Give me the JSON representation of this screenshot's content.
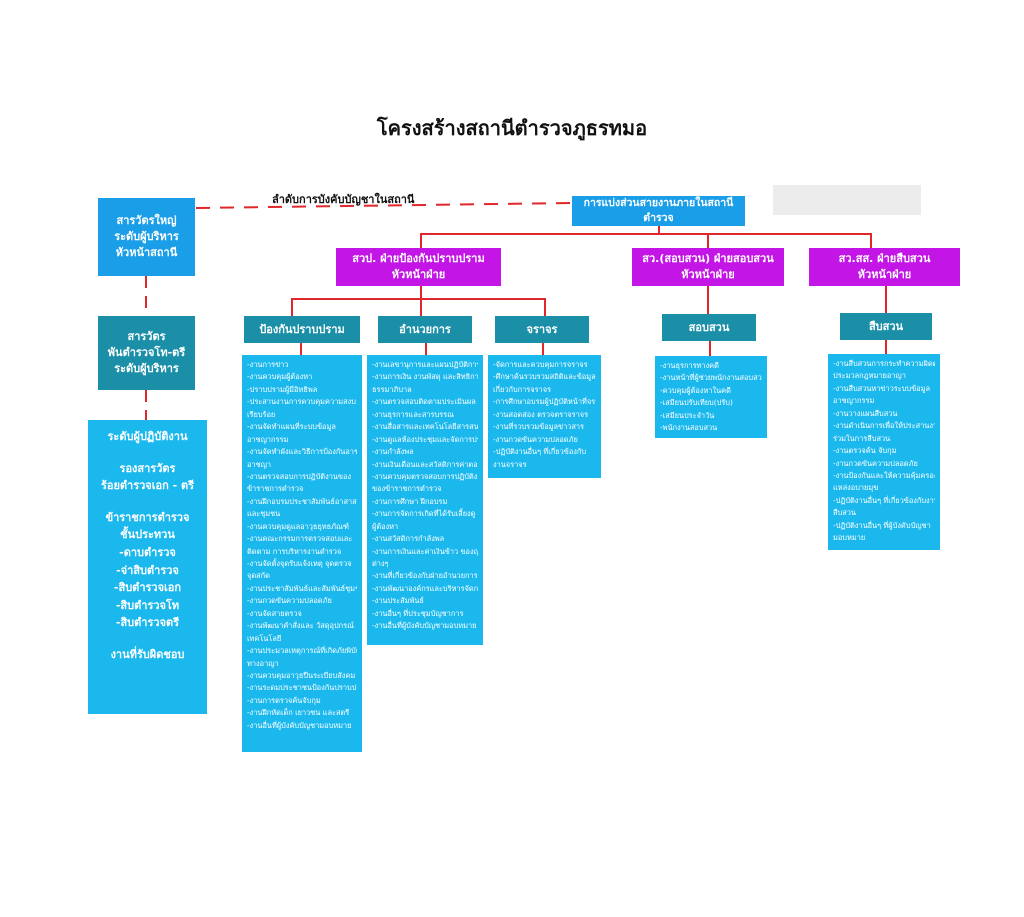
{
  "title": "โครงสร้างสถานีตำรวจภูธรทมอ",
  "command_line_label": "ลำดับการบังคับบัญชาในสถานี",
  "top_box": "การแบ่งส่วนสายงานภายในสถานีตำรวจ",
  "left": {
    "box1": [
      "สารวัตรใหญ่",
      "ระดับผู้บริหาร",
      "หัวหน้าสถานี"
    ],
    "box2": [
      "สารวัตร",
      "พันตำรวจโท-ตรี",
      "ระดับผู้บริหาร"
    ],
    "box3": {
      "heading": "ระดับผู้ปฏิบัติงาน",
      "sub1": [
        "รองสารวัตร",
        "ร้อยตำรวจเอก - ตรี"
      ],
      "sub2": [
        "ข้าราชการตำรวจ",
        "ชั้นประทวน",
        "-ดาบตำรวจ",
        "-จ่าสิบตำรวจ",
        "-สิบตำรวจเอก",
        "-สิบตำรวจโท",
        "-สิบตำรวจตรี"
      ],
      "footer": "งานที่รับผิดชอบ"
    }
  },
  "divisions": [
    {
      "line1": "สวป. ฝ่ายป้องกันปราบปราม",
      "line2": "หัวหน้าฝ่าย"
    },
    {
      "line1": "สว.(สอบสวน) ฝ่ายสอบสวน",
      "line2": "หัวหน้าฝ่าย"
    },
    {
      "line1": "สว.สส. ฝ่ายสืบสวน",
      "line2": "หัวหน้าฝ่าย"
    }
  ],
  "depts": [
    {
      "name": "ป้องกันปราบปราม",
      "items": [
        "-งานการข่าว",
        "-งานควบคุมผู้ต้องหา",
        "-ปราบปรามผู้มีอิทธิพล",
        "-ประสานงานการควบคุมความสงบ",
        "เรียบร้อย",
        "-งานจัดทำแผนที่ระบบข้อมูล",
        "อาชญากรรม",
        "-งานจัดทำผังและวิธีการป้องกันอาชญากรรม",
        "อาชญา",
        "-งานตรวจสอบการปฏิบัติงานของ",
        "ข้าราชการตำรวจ",
        "-งานฝึกอบรมประชาสัมพันธ์อาสาสมัคร",
        "และชุมชน",
        "-งานควบคุมดูแลอาวุธยุทธภัณฑ์",
        "-งานคณะกรรมการตรวจสอบและ",
        "ติดตาม การบริหารงานตำรวจ",
        "-งานจัดตั้งจุดรับแจ้งเหตุ จุดตรวจ",
        "จุดสกัด",
        "-งานประชาสัมพันธ์และสัมพันธ์ชุมชน",
        "-งานกวดขันความปลอดภัย",
        "-งานจัดสายตรวจ",
        "-งานพัฒนาคำสั่งและ วัสดุอุปกรณ์",
        "เทคโนโลยี",
        "-งานประมวลเหตุการณ์ที่เกิดภัยพิบัติทาง",
        "ทางอาญา",
        "-งานควบคุมอาวุธปืนระเบียบสังคม",
        "-งานระดมประชาชนป้องกันปราบปราม",
        "-งานการตรวจค้นจับกุม",
        "-งานฝึกหัดเด็ก เยาวชน และสตรี",
        "-งานอื่นที่ผู้บังคับบัญชามอบหมาย"
      ]
    },
    {
      "name": "อำนวยการ",
      "items": [
        "-งานเลขานุการและแผนปฏิบัติการ",
        "-งานการเงิน งานพัสดุ และสิทธิการและ",
        "ธรรมาภิบาล",
        "-งานตรวจสอบติดตามประเมินผล",
        "-งานธุรการและสารบรรณ",
        "-งานสื่อสารและเทคโนโลยีสารสนเทศ",
        "-งานดูแลห้องประชุมและจัดการประชุม",
        "-งานกำลังพล",
        "-งานเงินเดือนและสวัสดิการค่าตอบแทน",
        "-งานควบคุมตรวจสอบการปฏิบัติงาน",
        "ของข้าราชการตำรวจ",
        "-งานการศึกษา ฝึกอบรม",
        "-งานการจัดการเกิดที่ได้รับเลี้ยงดู",
        "ผู้ต้องหา",
        "-งานสวัสดิการกำลังพล",
        "-งานการเงินและค่าเงินข้าว ของญาติ",
        "ต่างๆ",
        "-งานที่เกี่ยวข้องกับฝ่ายอำนวยการ",
        "-งานพัฒนาองค์กรและบริหารจัดการ",
        "-งานประสัมพันธ์",
        "-งานอื่นๆ ที่ประชุมบัญชาการ",
        "-งานอื่นที่ผู้บังคับบัญชามอบหมาย"
      ]
    },
    {
      "name": "จราจร",
      "items": [
        "-จัดการและควบคุมการจราจร",
        "-ศึกษาค้นรวบรวมสถิติและข้อมูล",
        "เกี่ยวกับการจราจร",
        "-การศึกษาอบรมผู้ปฏิบัติหน้าที่จราจร",
        "-งานสอดส่อง ตรวจตราจราจร",
        "-งานที่รวบรวมข้อมูลข่าวสาร",
        "-งานกวดขันความปลอดภัย",
        "-ปฏิบัติงานอื่นๆ ที่เกี่ยวข้องกับ",
        "งานจราจร"
      ]
    },
    {
      "name": "สอบสวน",
      "items": [
        "-งานธุรการทางคดี",
        "-งานหน้าที่ผู้ช่วยพนักงานสอบสวน",
        "-ควบคุมผู้ต้องหาในคดี",
        "-เสมียนปรับเทียบ(ปรับ)",
        "-เสมียนประจำวัน",
        "-พนักงานสอบสวน"
      ]
    },
    {
      "name": "สืบสวน",
      "items": [
        "-งานสืบสวนการกระทำความผิดตาม",
        "ประมวลกฎหมายอาญา",
        "-งานสืบสวนหาข่าวระบบข้อมูล",
        "อาชญากรรม",
        "-งานวางแผนสืบสวน",
        "-งานดำเนินการเพื่อให้ประสานงานภาคี",
        "ร่วมในการสืบสวน",
        "-งานตรวจค้น จับกุม",
        "-งานกวดขันความปลอดภัย",
        "-งานป้องกันและให้ความคุ้มครอง",
        "แหล่งอบายมุข",
        "-ปฏิบัติงานอื่นๆ ที่เกี่ยวข้องกับงาน",
        "สืบสวน",
        "-ปฏิบัติงานอื่นๆ ที่ผู้บังคับบัญชา",
        "มอบหมาย"
      ]
    }
  ],
  "colors": {
    "blue_box": "#1a9ee8",
    "teal_box": "#1b8fa8",
    "purple_box": "#c316e6",
    "cyan_list": "#1bb8ee",
    "connector": "#e0272b"
  }
}
